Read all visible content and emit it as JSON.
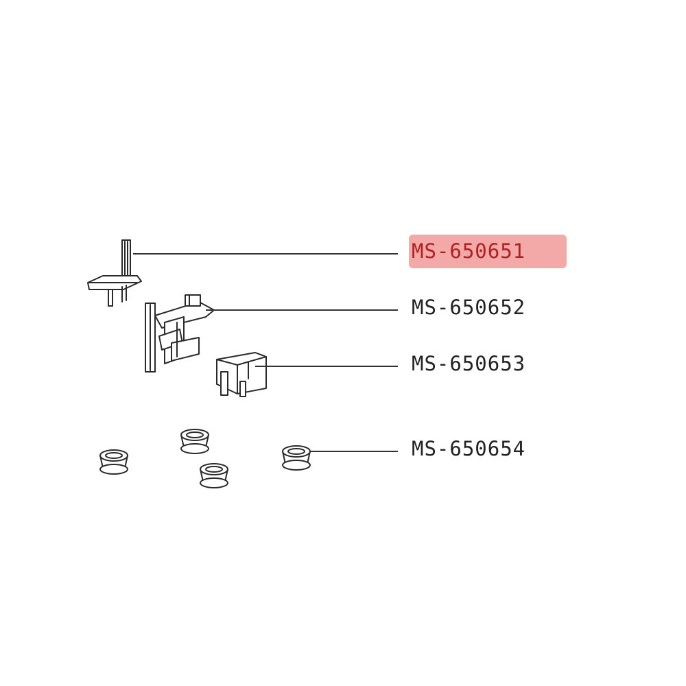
{
  "parts": [
    {
      "label": "MS-650651",
      "selected": true
    },
    {
      "label": "MS-650652",
      "selected": false
    },
    {
      "label": "MS-650653",
      "selected": false
    },
    {
      "label": "MS-650654",
      "selected": false
    }
  ],
  "colors": {
    "highlight": "#f4a9a9",
    "highlight_text": "#b02020",
    "line": "#333333",
    "drawing": "#2a2a2a"
  }
}
